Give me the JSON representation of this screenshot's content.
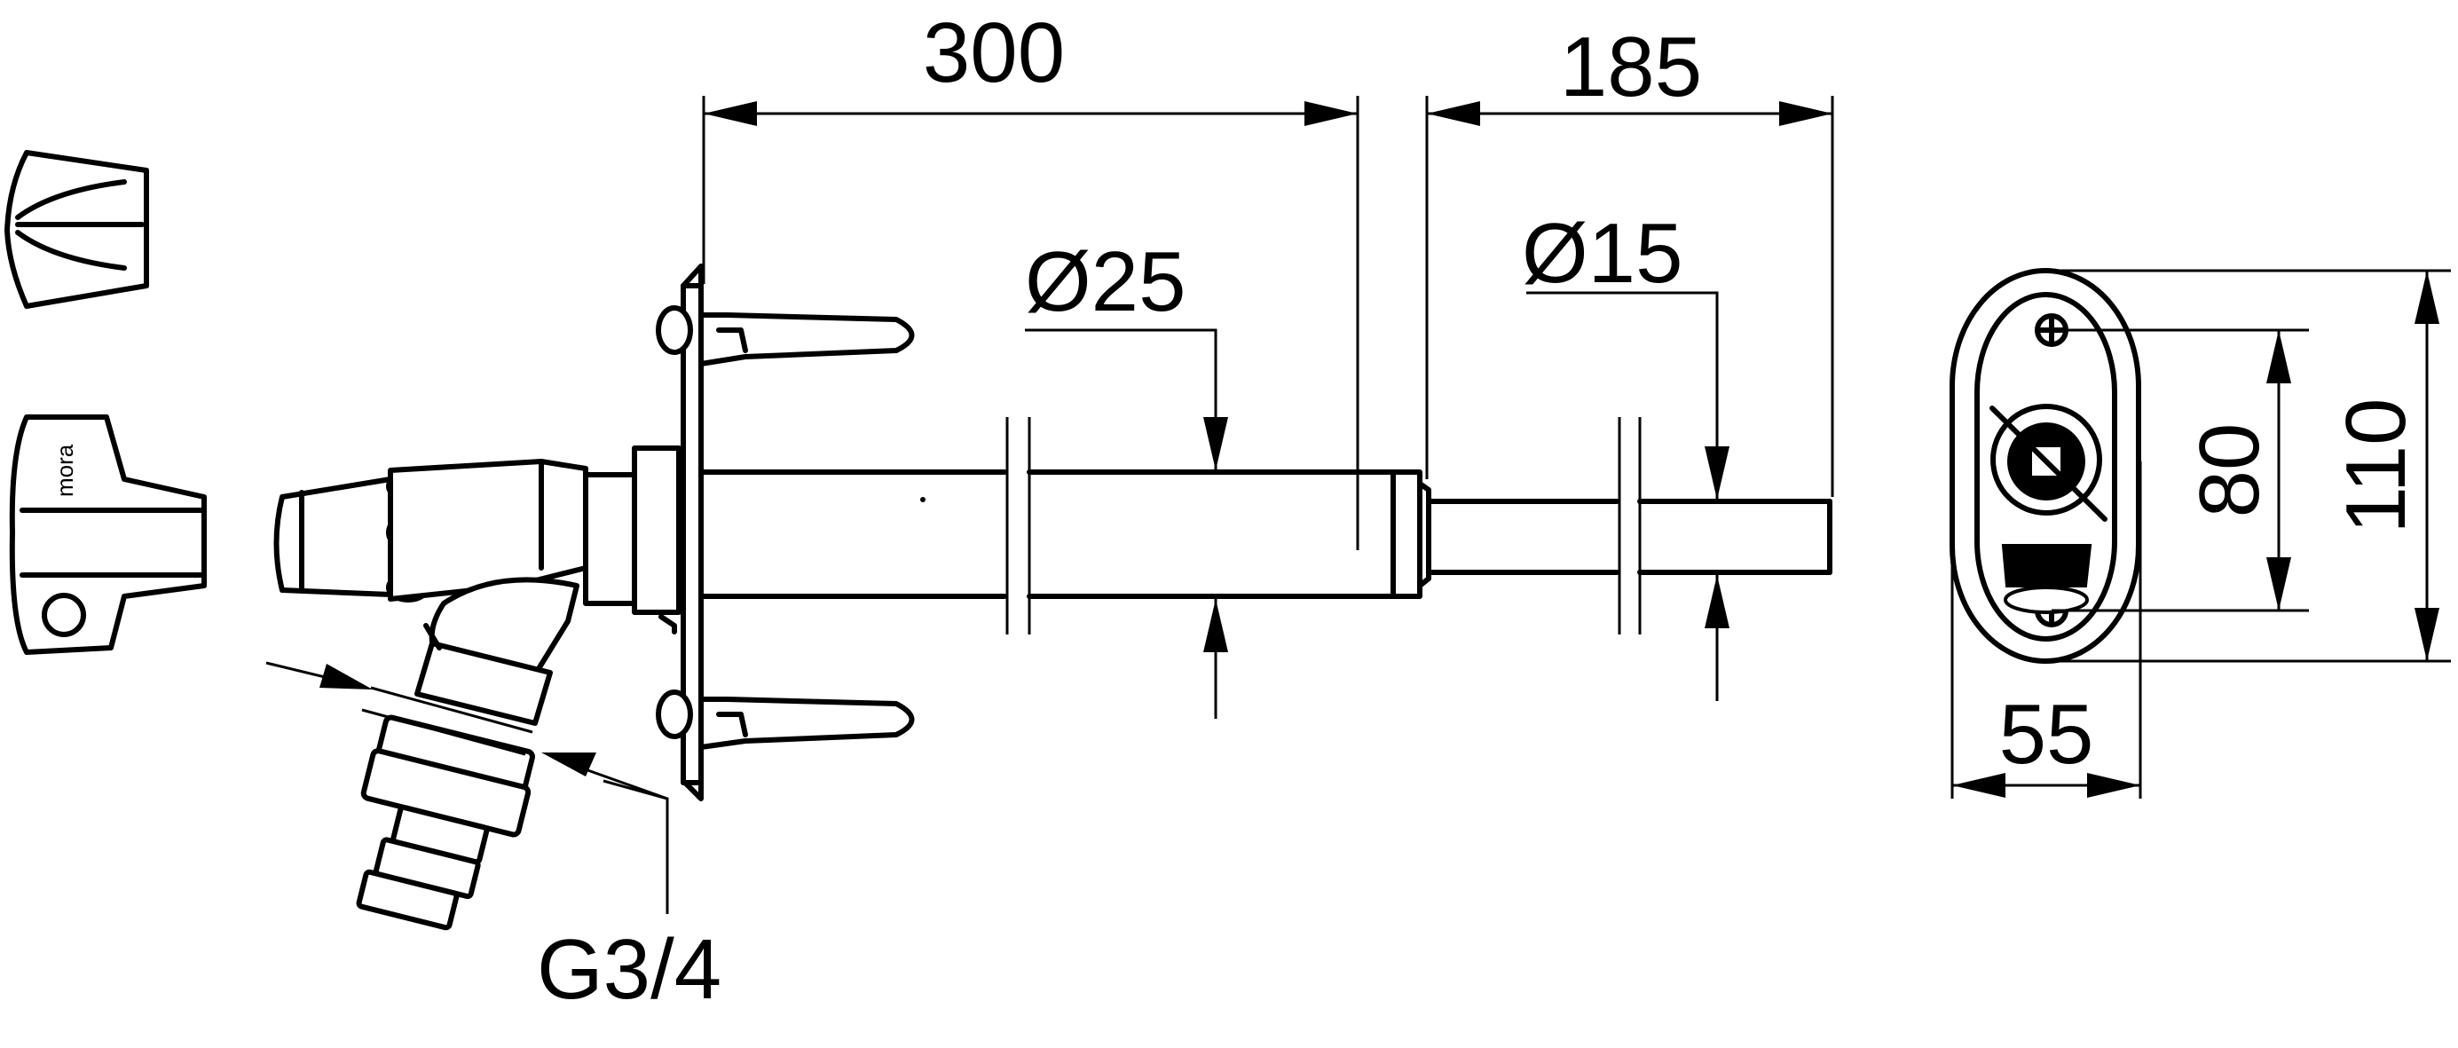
{
  "brand": "mora",
  "dimensions": {
    "length_300": "300",
    "length_185": "185",
    "dia_25": "Ø25",
    "dia_15": "Ø15",
    "height_80": "80",
    "height_110": "110",
    "width_55": "55",
    "thread": "G3/4"
  }
}
